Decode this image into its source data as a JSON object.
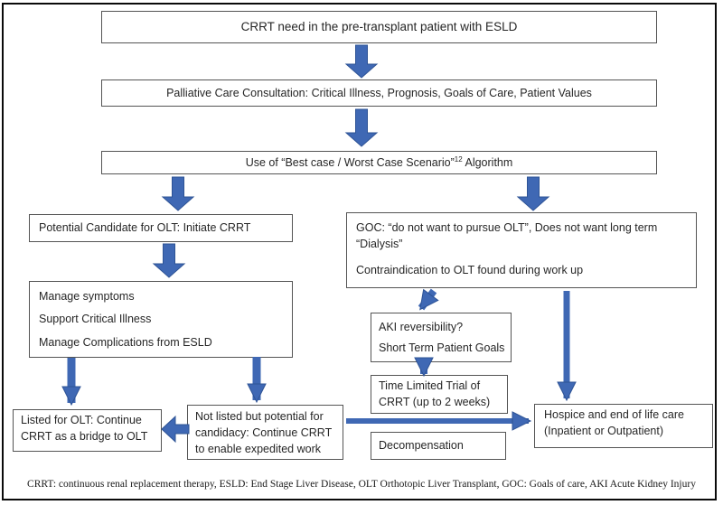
{
  "figure": {
    "arrow_fill": "#3F68B4",
    "arrow_stroke": "#2E5395",
    "caption": "CRRT: continuous renal replacement therapy, ESLD: End Stage Liver Disease, OLT Orthotopic Liver Transplant, GOC: Goals of care, AKI Acute Kidney Injury"
  },
  "nodes": {
    "crrt_need": {
      "text": "CRRT need in the pre-transplant patient with ESLD"
    },
    "palliative": {
      "text": "Palliative Care Consultation: Critical Illness, Prognosis, Goals of Care, Patient Values"
    },
    "best_worst": {
      "prefix": "Use of “Best case / Worst Case Scenario”",
      "superscript": "12",
      "suffix": " Algorithm"
    },
    "candidate": {
      "text": "Potential Candidate for OLT: Initiate CRRT"
    },
    "manage": {
      "lines": [
        "Manage symptoms",
        "Support Critical Illness",
        "Manage Complications from ESLD"
      ]
    },
    "goc": {
      "para1": "GOC: “do not want to pursue OLT”, Does not want long term “Dialysis”",
      "para2": "Contraindication to OLT found during work up"
    },
    "aki": {
      "lines": [
        "AKI reversibility?",
        "Short Term Patient Goals"
      ]
    },
    "time_trial": {
      "text": "Time Limited Trial of CRRT (up to 2 weeks)"
    },
    "decompensation": {
      "text": "Decompensation"
    },
    "listed": {
      "text": "Listed for OLT: Continue CRRT as a bridge to OLT"
    },
    "not_listed": {
      "text": "Not listed but potential for candidacy: Continue CRRT to enable expedited work"
    },
    "hospice": {
      "text": "Hospice and end of life care (Inpatient or Outpatient)"
    }
  }
}
